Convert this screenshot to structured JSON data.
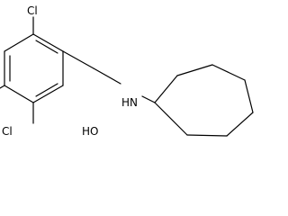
{
  "molecule": {
    "atoms": {
      "cl_top": "Cl",
      "cl_bottom": "Cl",
      "oh": "HO",
      "nh": "HN"
    }
  }
}
